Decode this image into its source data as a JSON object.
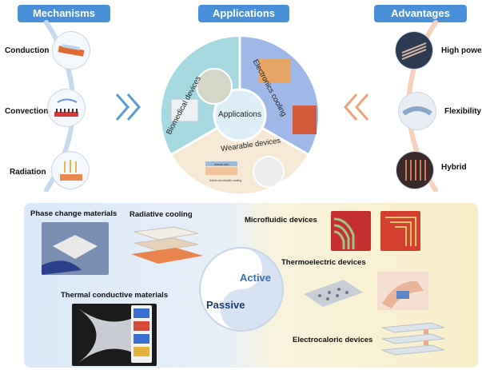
{
  "headers": {
    "mechanisms": "Mechanisms",
    "applications": "Applications",
    "advantages": "Advantages"
  },
  "mechanisms": [
    "Conduction",
    "Convection",
    "Radiation"
  ],
  "advantages": [
    "High power",
    "Flexibility",
    "Hybrid"
  ],
  "wheel": {
    "center": "Applications",
    "segments": [
      "Biomedical devices",
      "Electronics cooling",
      "Wearable devices"
    ],
    "wearable_captions": [
      "Human skin",
      "Active microfluidic cooling"
    ]
  },
  "bottom": {
    "passive_items": [
      "Phase change materials",
      "Radiative cooling",
      "Thermal conductive materials"
    ],
    "active_items": [
      "Microfluidic devices",
      "Thermoelectric devices",
      "Electrocaloric devices"
    ],
    "passive_label": "Passive",
    "active_label": "Active"
  },
  "colors": {
    "header_blue": "#4a90d9",
    "active_blue": "#3b6fb6",
    "passive_navy": "#1d3a6e",
    "arrow_blue": "#5b9bd5",
    "arrow_orange": "#f0a27a"
  }
}
